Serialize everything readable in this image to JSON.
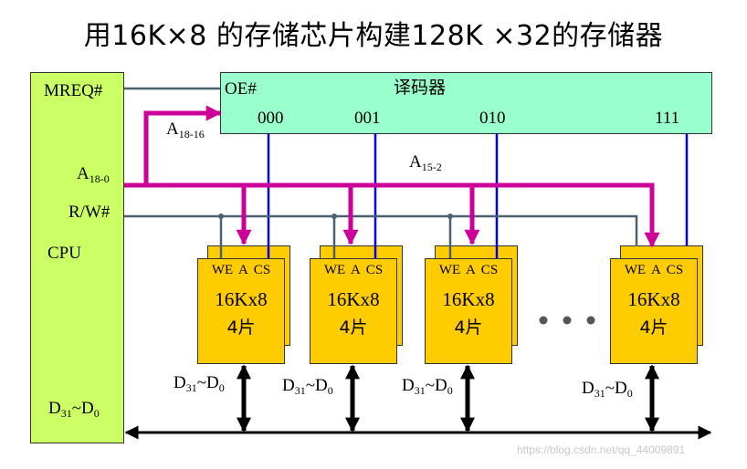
{
  "title": "用16K×8 的存储芯片构建128K ×32的存储器",
  "cpu": {
    "label": "CPU",
    "mreq": "MREQ#",
    "addr": {
      "base": "A",
      "sub": "18-0"
    },
    "rw": "R/W#",
    "data": {
      "base": "D",
      "sub1": "31",
      "sep": "~D",
      "sub2": "0"
    }
  },
  "decoder": {
    "title": "译码器",
    "oe": "OE#",
    "outputs": [
      "000",
      "001",
      "010",
      "111"
    ]
  },
  "bus_labels": {
    "high_addr": {
      "base": "A",
      "sub": "18-16"
    },
    "low_addr": {
      "base": "A",
      "sub": "15-2"
    }
  },
  "chips": [
    {
      "pins": "WE A CS",
      "size": "16Kx8",
      "count": "4片",
      "data": {
        "base": "D",
        "sub1": "31",
        "sep": "~D",
        "sub2": "0"
      }
    },
    {
      "pins": "WE A CS",
      "size": "16Kx8",
      "count": "4片",
      "data": {
        "base": "D",
        "sub1": "31",
        "sep": "~D",
        "sub2": "0"
      }
    },
    {
      "pins": "WE A CS",
      "size": "16Kx8",
      "count": "4片",
      "data": {
        "base": "D",
        "sub1": "31",
        "sep": "~D",
        "sub2": "0"
      }
    },
    {
      "pins": "WE A CS",
      "size": "16Kx8",
      "count": "4片",
      "data": {
        "base": "D",
        "sub1": "31",
        "sep": "~D",
        "sub2": "0"
      }
    }
  ],
  "watermark": "https://blog.csdn.net/qq_44009891",
  "colors": {
    "cpu_fill": "#ccff66",
    "decoder_fill": "#99ffcc",
    "chip_fill": "#ffcc00",
    "address_bus": "#cc0099",
    "chip_select": "#0000ee",
    "control_line": "#4d6070",
    "data_bus": "#000000"
  }
}
